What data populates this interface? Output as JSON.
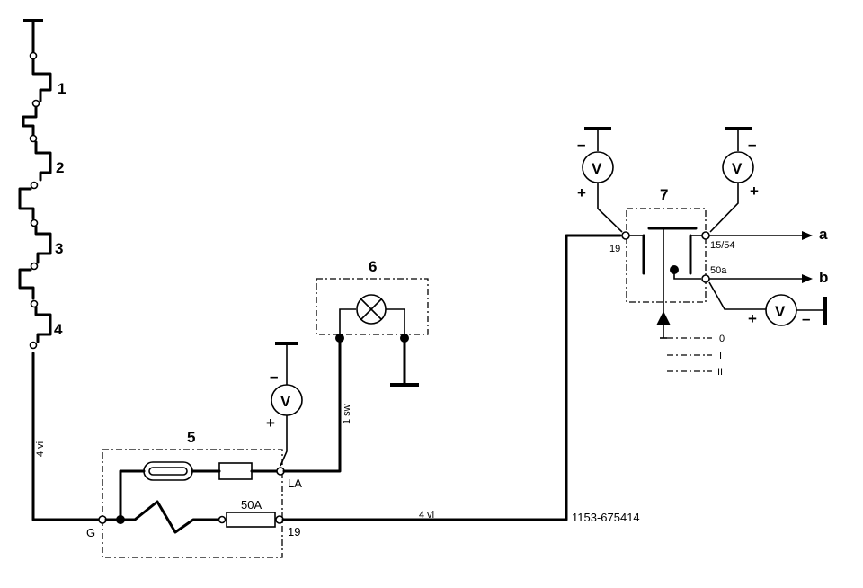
{
  "components": {
    "cell1": "1",
    "cell2": "2",
    "cell3": "3",
    "cell4": "4",
    "regulator": "5",
    "lamp": "6",
    "switch": "7"
  },
  "wires": {
    "battery_wire": "4 vi",
    "main_wire": "4 vi",
    "lamp_wire": "1 sw"
  },
  "terminals": {
    "g": "G",
    "la": "LA",
    "t19_reg": "19",
    "t19_sw": "19",
    "t1554": "15/54",
    "t50a": "50a"
  },
  "fuse": "50A",
  "outputs": {
    "a": "a",
    "b": "b"
  },
  "positions": {
    "p0": "0",
    "p1": "I",
    "p2": "II"
  },
  "meter": {
    "symbol": "V",
    "minus": "–",
    "plus": "+"
  },
  "part_number": "1153-675414"
}
